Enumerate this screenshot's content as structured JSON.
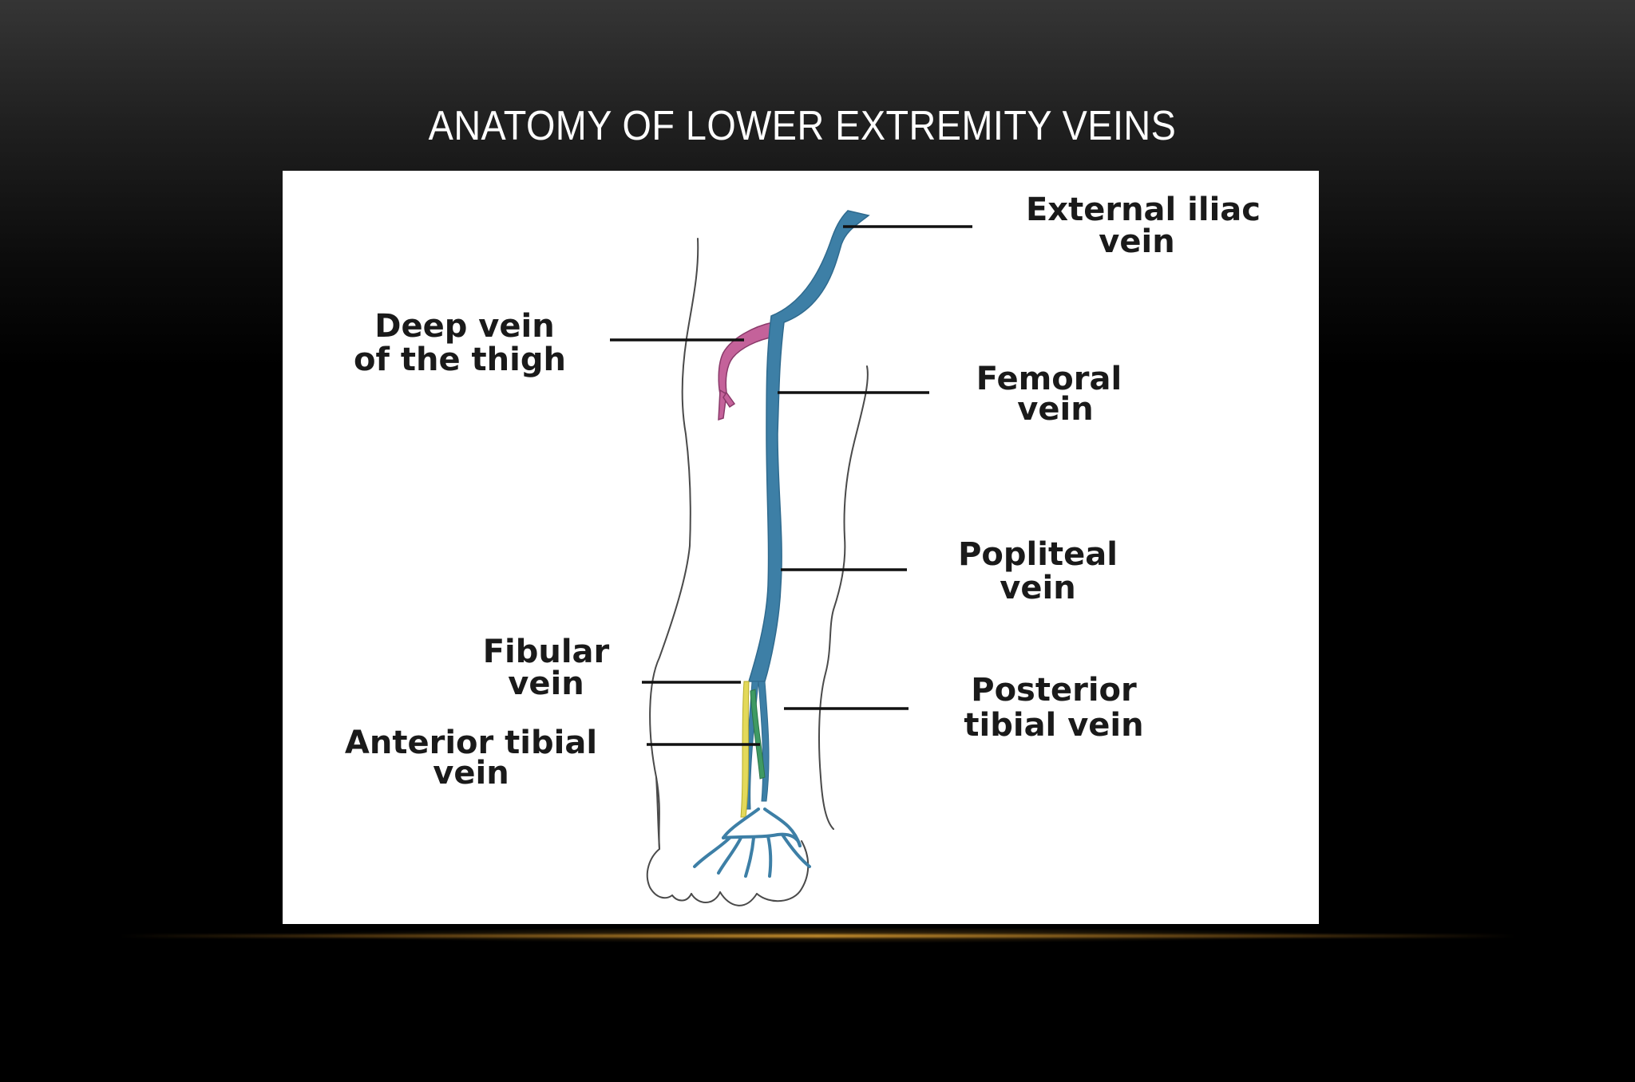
{
  "slide": {
    "title": "ANATOMY OF LOWER EXTREMITY VEINS"
  },
  "diagram": {
    "labels": {
      "external_iliac_l1": "External iliac",
      "external_iliac_l2": "vein",
      "deep_vein_l1": "Deep vein",
      "deep_vein_l2": "of the thigh",
      "femoral_l1": "Femoral",
      "femoral_l2": "vein",
      "popliteal_l1": "Popliteal",
      "popliteal_l2": "vein",
      "fibular_l1": "Fibular",
      "fibular_l2": "vein",
      "anterior_tibial_l1": "Anterior tibial",
      "anterior_tibial_l2": "vein",
      "posterior_tibial_l1": "Posterior",
      "posterior_tibial_l2": "tibial vein"
    },
    "colors": {
      "main_vein": "#3d7fa6",
      "deep_thigh_vein": "#c4629a",
      "fibular_vein": "#e3d95a",
      "anterior_tibial_vein": "#3f9a63",
      "outline": "#4a4a4a",
      "leader": "#111111",
      "accent_rule": "#c8902e"
    }
  }
}
